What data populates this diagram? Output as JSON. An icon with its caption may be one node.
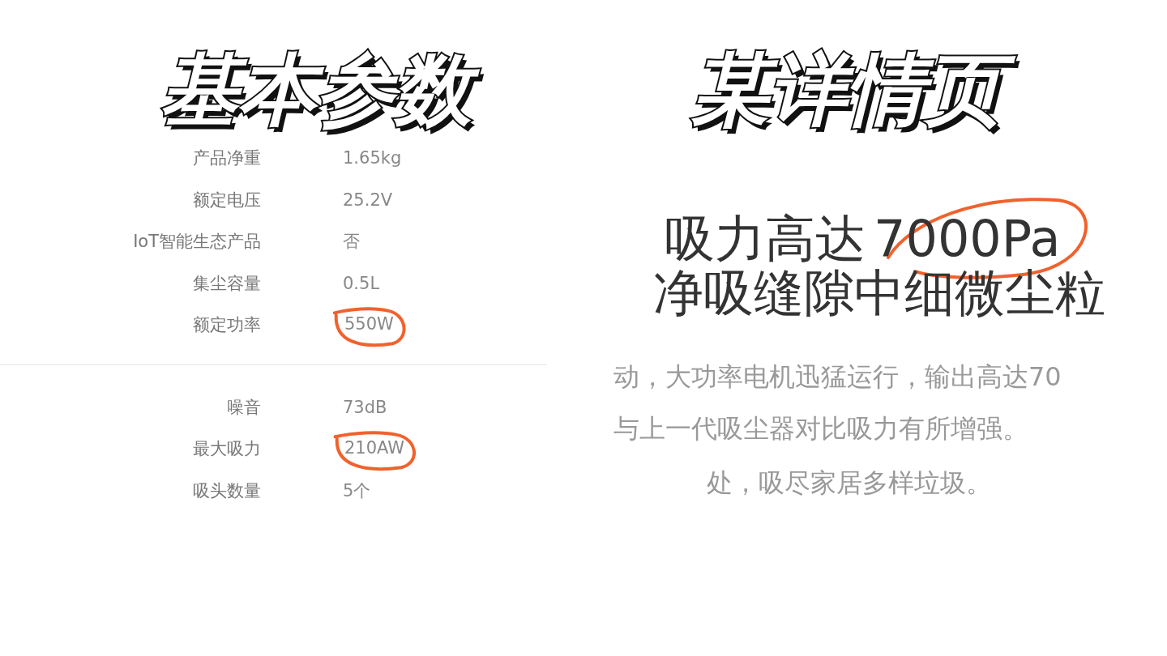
{
  "diagram": {
    "nodes": [
      {
        "text": [
          "550W"
        ]
      },
      {
        "text": [
          "210AW"
        ]
      },
      {
        "text": [
          "7000Pa"
        ]
      }
    ],
    "labels": [
      "基本参数",
      "某详情页",
      "产品净重",
      "1.65kg",
      "额定电压",
      "25.2V",
      "IoT智能生态产品",
      "否",
      "集尘容量",
      "0.5L",
      "额定功率",
      "噪音",
      "73dB",
      "最大吸力",
      "吸头数量",
      "5个",
      "吸力高达",
      "净吸缝隙中细微尘粒",
      "动，大功率电机迅猛运行，输出高达70",
      "与上一代吸尘器对比吸力有所增强。",
      "处，吸尽家居多样垃圾。"
    ]
  }
}
